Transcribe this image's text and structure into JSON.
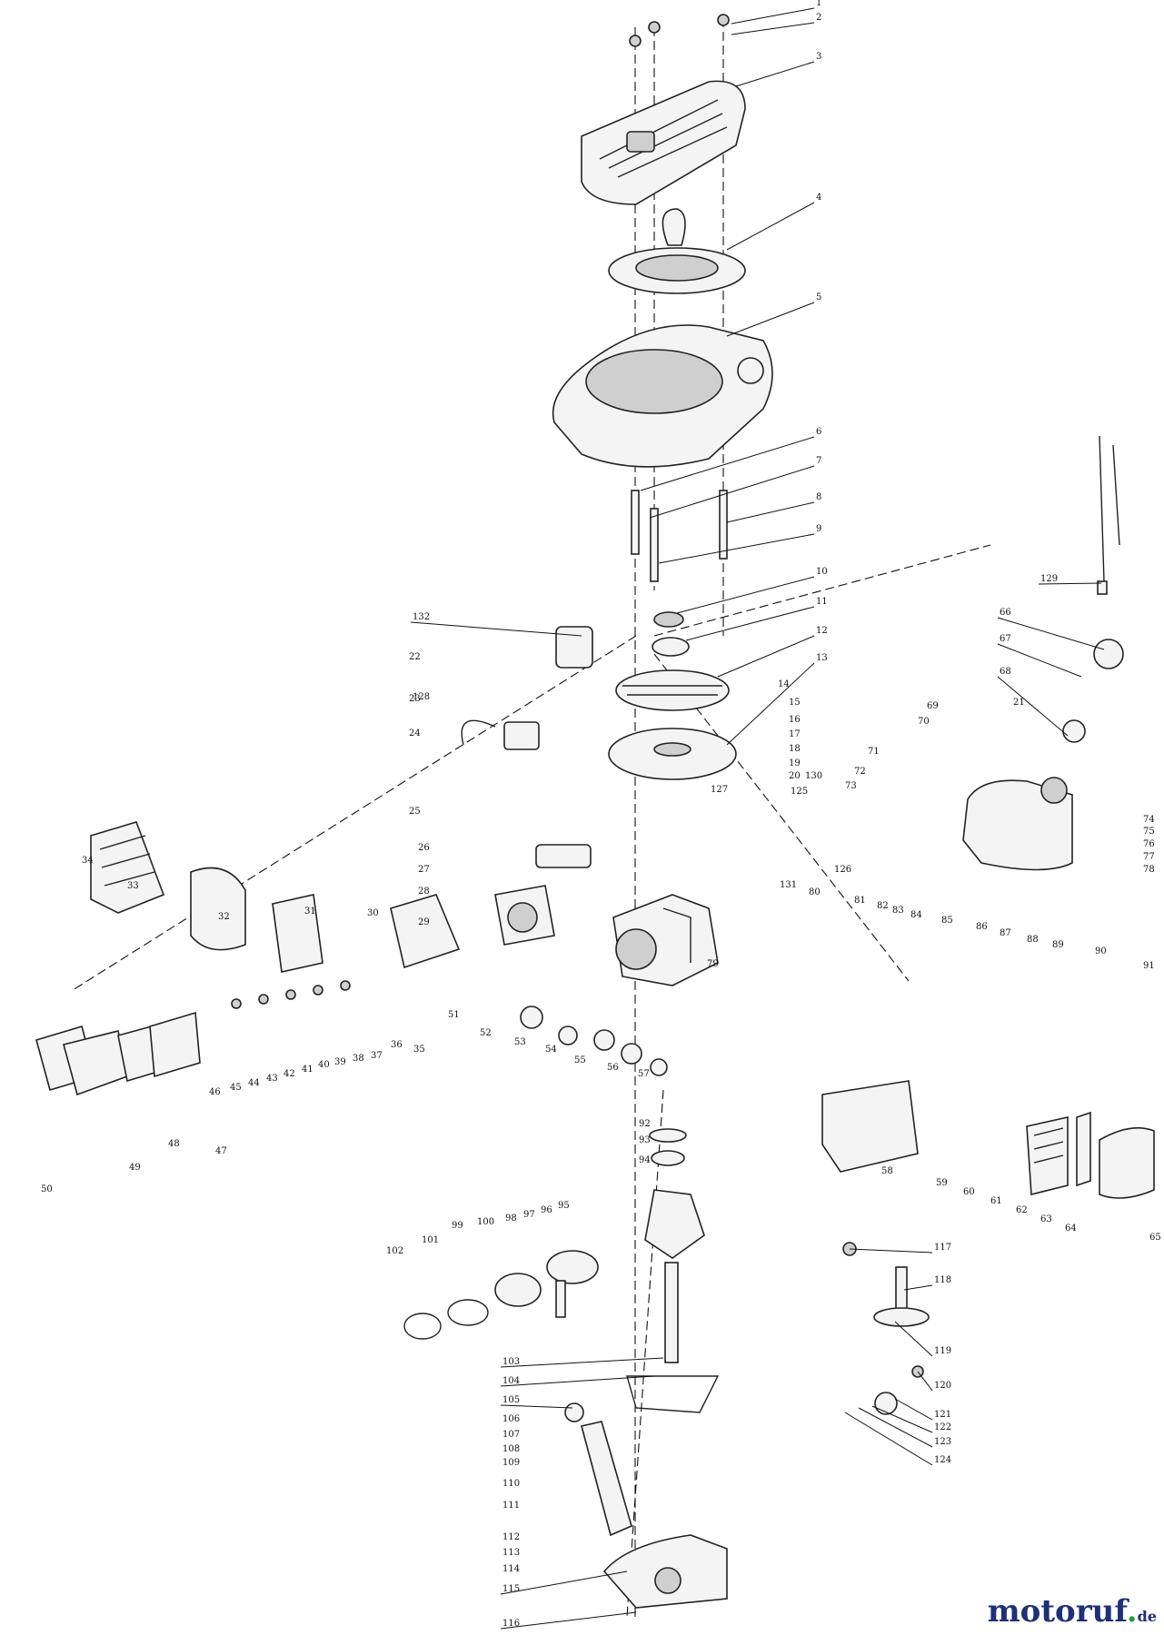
{
  "diagram": {
    "type": "exploded-parts-diagram",
    "callouts": [
      "1",
      "2",
      "3",
      "4",
      "5",
      "6",
      "7",
      "8",
      "9",
      "10",
      "11",
      "12",
      "13",
      "14",
      "15",
      "16",
      "17",
      "18",
      "19",
      "20",
      "21",
      "22",
      "23",
      "24",
      "25",
      "26",
      "27",
      "28",
      "29",
      "30",
      "31",
      "32",
      "33",
      "34",
      "35",
      "36",
      "37",
      "38",
      "39",
      "40",
      "41",
      "42",
      "43",
      "44",
      "45",
      "46",
      "47",
      "48",
      "49",
      "50",
      "51",
      "52",
      "53",
      "54",
      "55",
      "56",
      "57",
      "58",
      "59",
      "60",
      "61",
      "62",
      "63",
      "64",
      "65",
      "66",
      "67",
      "68",
      "69",
      "70",
      "71",
      "72",
      "73",
      "74",
      "75",
      "76",
      "77",
      "78",
      "79",
      "80",
      "81",
      "82",
      "83",
      "84",
      "85",
      "86",
      "87",
      "88",
      "89",
      "90",
      "91",
      "92",
      "93",
      "94",
      "95",
      "96",
      "97",
      "98",
      "99",
      "100",
      "101",
      "102",
      "103",
      "104",
      "105",
      "106",
      "107",
      "108",
      "109",
      "110",
      "111",
      "112",
      "113",
      "114",
      "115",
      "116",
      "117",
      "118",
      "119",
      "120",
      "121",
      "122",
      "123",
      "124",
      "125",
      "126",
      "127",
      "128",
      "129",
      "130",
      "131",
      "132"
    ]
  },
  "brand": {
    "logo_text": "motoruf",
    "logo_dot": ".",
    "logo_tld": "de",
    "colors": {
      "primary": "#1f2f78",
      "accent_o": "#e8a11a",
      "accent_dot": "#2a9a3c"
    }
  }
}
